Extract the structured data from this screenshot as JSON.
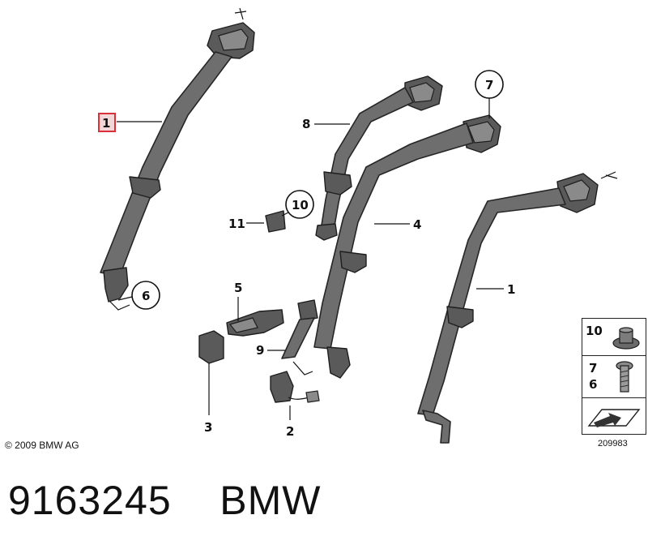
{
  "callouts": {
    "part_1_left": "1",
    "part_1_right": "1",
    "part_2": "2",
    "part_3": "3",
    "part_4": "4",
    "part_5": "5",
    "part_6": "6",
    "part_7": "7",
    "part_8": "8",
    "part_9": "9",
    "part_10": "10",
    "part_11": "11"
  },
  "legend": {
    "cell_1": "10",
    "cell_2_top": "7",
    "cell_2_bottom": "6"
  },
  "copyright": "© 2009 BMW AG",
  "drawing_number": "209983",
  "footer": {
    "part_number": "9163245",
    "brand": "BMW"
  },
  "colors": {
    "highlight_box": "#d9303a",
    "highlight_fill": "#f3d6d8",
    "belt": "#6e6e6e",
    "outline": "#262626"
  }
}
